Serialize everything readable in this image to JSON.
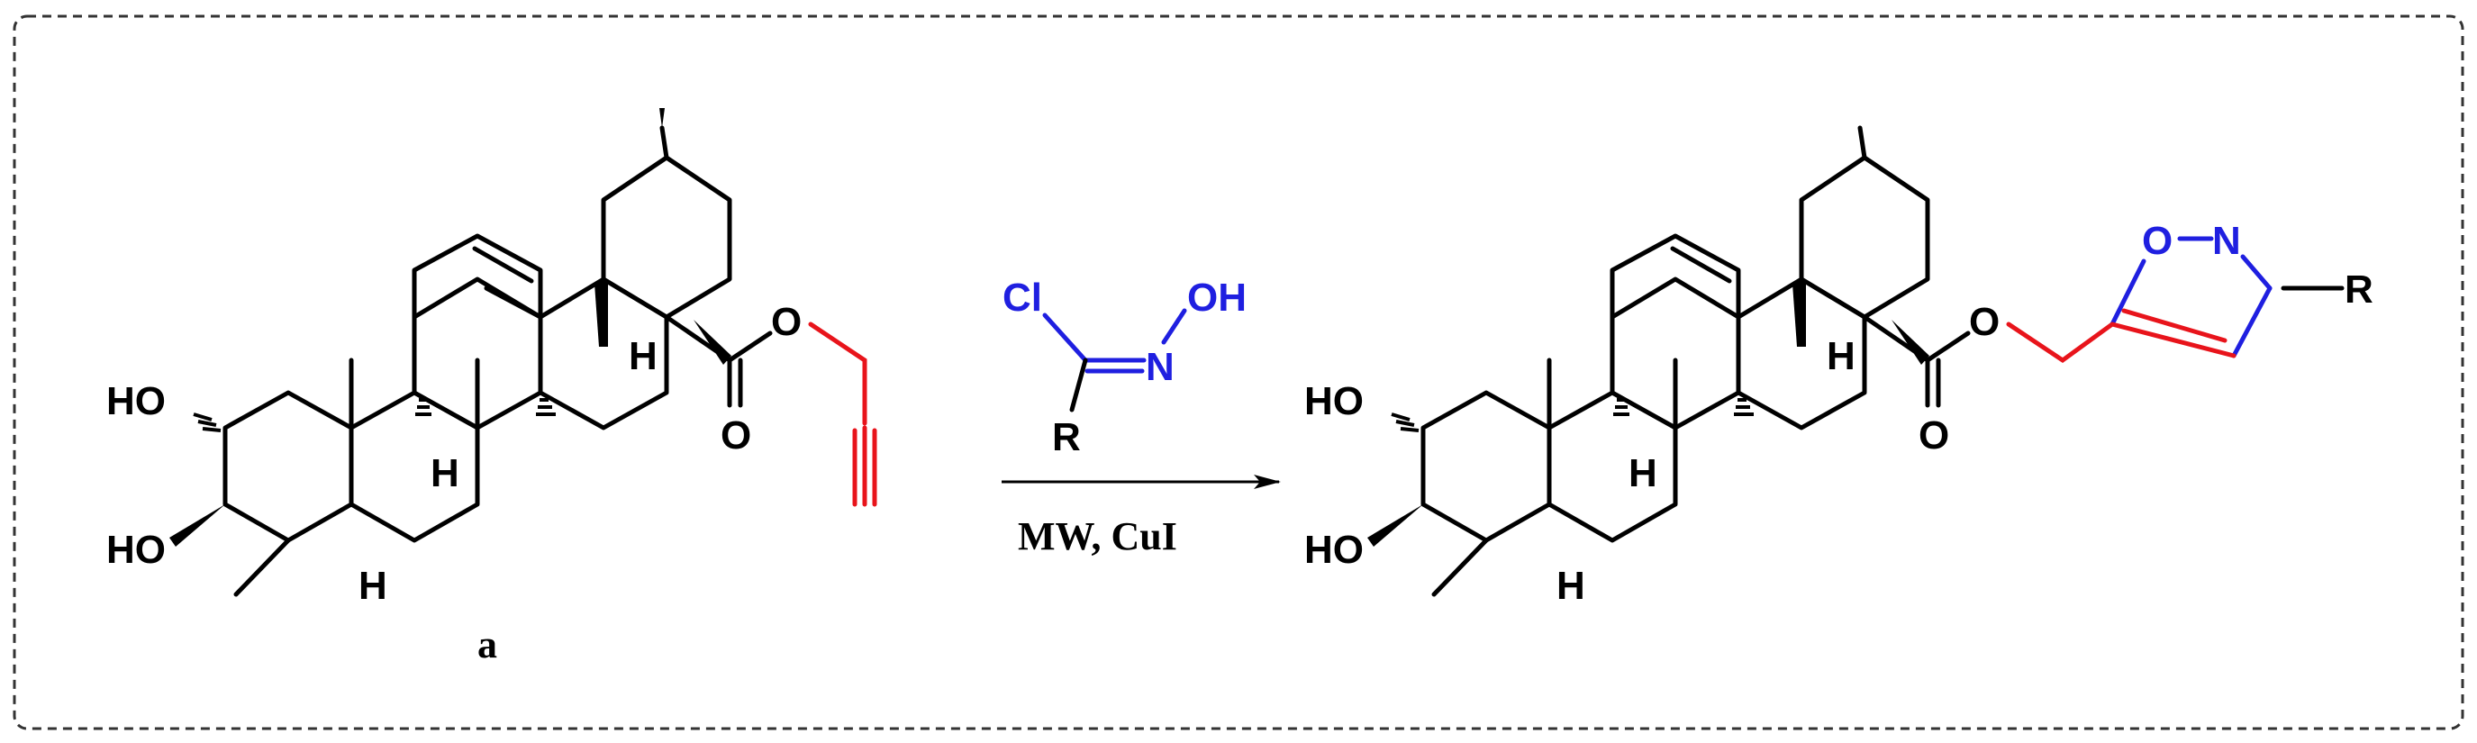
{
  "scheme": {
    "reactant": {
      "compound_label": "a",
      "atoms": {
        "ho_2": "HO",
        "ho_3": "HO",
        "h_9": "H",
        "h_5": "H",
        "h_18": "H",
        "o_ester": "O",
        "o_carbonyl": "O"
      }
    },
    "reagent": {
      "cl": "Cl",
      "oh": "OH",
      "n": "N",
      "r": "R",
      "conditions": "MW,  CuI"
    },
    "product": {
      "atoms": {
        "ho_2": "HO",
        "ho_3": "HO",
        "h_9": "H",
        "h_5": "H",
        "h_18": "H",
        "o_ester": "O",
        "o_carbonyl": "O",
        "o_ring": "O",
        "n_ring": "N",
        "r": "R"
      }
    },
    "colors": {
      "bond": "#000000",
      "propargyl": "#e8141b",
      "heteroatom": "#1f1fe0",
      "frame": "#333333"
    }
  }
}
